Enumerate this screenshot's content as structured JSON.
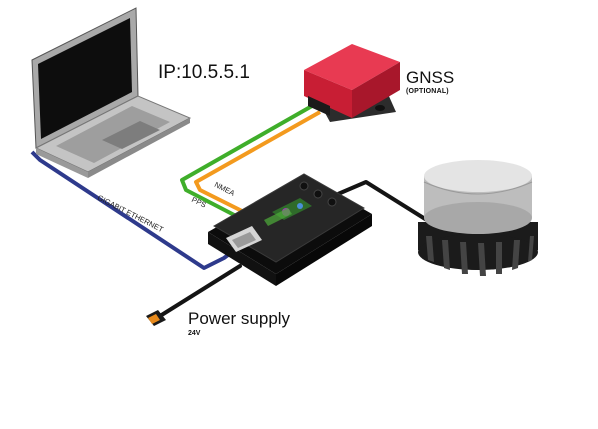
{
  "labels": {
    "ip": "IP:10.5.5.1",
    "gnss": "GNSS",
    "gnss_note": "(OPTIONAL)",
    "power": "Power supply",
    "power_note": "24V",
    "ethernet": "GIGABIT ETHERNET",
    "pps": "PPS",
    "nmea": "NMEA"
  },
  "colors": {
    "ethernet_cable": "#2e3a8c",
    "pps_cable": "#3fae2a",
    "nmea_cable": "#f39a1e",
    "gnss_body": "#d8213a",
    "interface_box": "#1c1c1c",
    "laptop": "#9a9a9a",
    "lidar_cap": "#cfcfcf",
    "lidar_base": "#1f1f1f"
  },
  "icons": [
    "laptop-icon",
    "gnss-receiver-icon",
    "interface-box-icon",
    "lidar-sensor-icon",
    "power-connector-icon"
  ]
}
